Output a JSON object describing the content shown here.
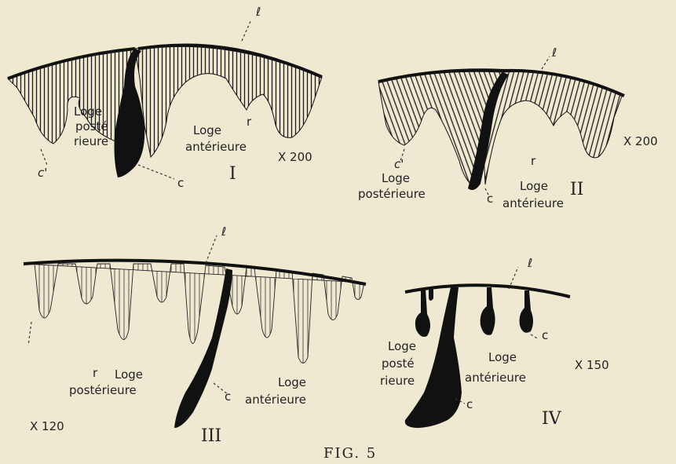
{
  "colors": {
    "paper": "#efe9d2",
    "ink": "#111111"
  },
  "panels": [
    {
      "numeral": "I",
      "magnification": "X 200",
      "loge_posterieure": [
        "Loge",
        "posté",
        "rieure"
      ],
      "loge_anterieure": [
        "Loge",
        "antérieure"
      ],
      "mark_l": "ℓ",
      "mark_r": "r",
      "mark_c": "c",
      "mark_c_prime": "c'"
    },
    {
      "numeral": "II",
      "magnification": "X 200",
      "loge_posterieure": [
        "Loge",
        "postérieure"
      ],
      "loge_anterieure": [
        "Loge",
        "antérieure"
      ],
      "mark_l": "ℓ",
      "mark_r": "r",
      "mark_c": "c",
      "mark_c_prime": "c'"
    },
    {
      "numeral": "III",
      "magnification": "X 120",
      "loge_posterieure": [
        "Loge",
        "postérieure"
      ],
      "loge_anterieure": [
        "Loge",
        "antérieure"
      ],
      "mark_l": "ℓ",
      "mark_r": "r",
      "mark_c": "c"
    },
    {
      "numeral": "IV",
      "magnification": "X 150",
      "loge_posterieure": [
        "Loge",
        "posté",
        "rieure"
      ],
      "loge_anterieure": [
        "Loge",
        "antérieure"
      ],
      "mark_l": "ℓ",
      "mark_c": "c"
    }
  ],
  "caption": "FIG. 5"
}
